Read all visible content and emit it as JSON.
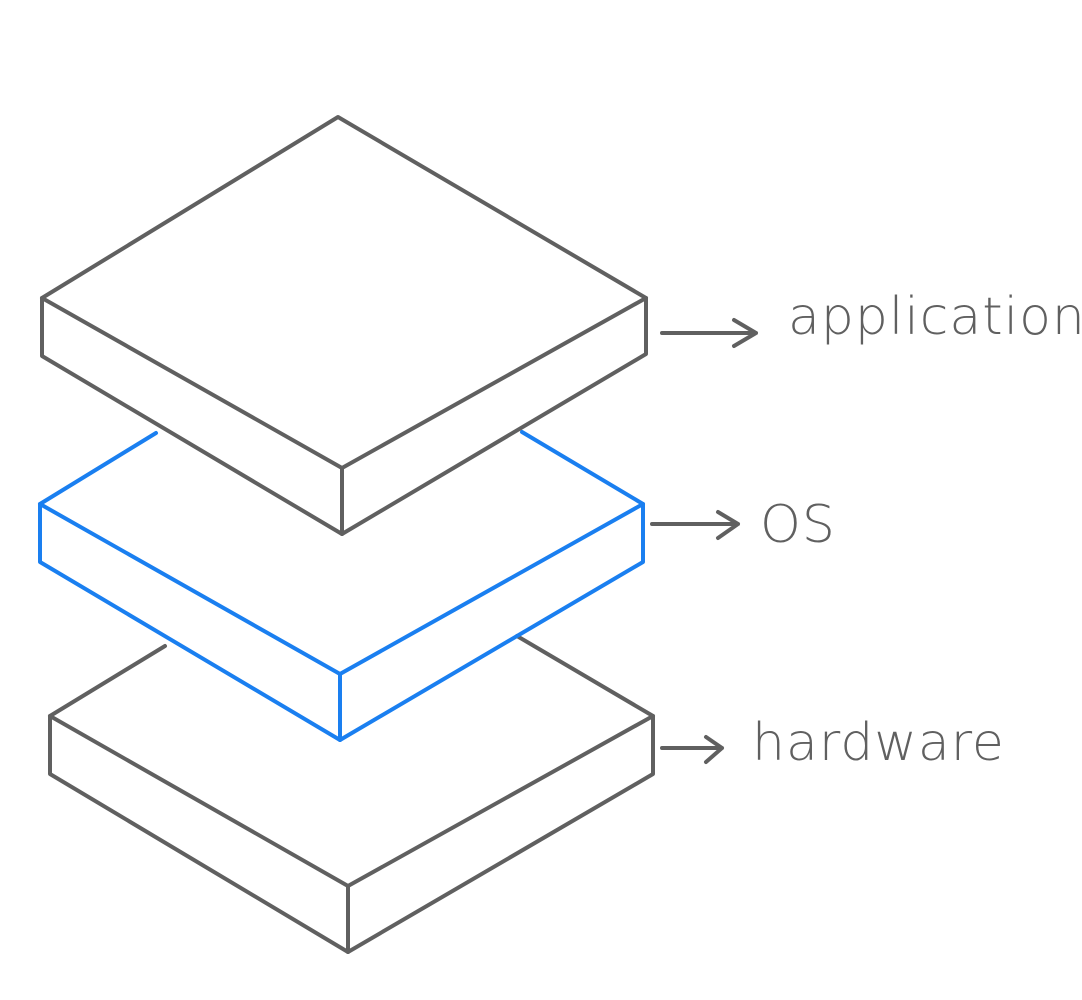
{
  "colors": {
    "background": "#ffffff",
    "default_stroke": "#606060",
    "highlight_stroke": "#1a7ff0",
    "label_text": "#606060"
  },
  "layers": [
    {
      "label": "application",
      "highlighted": false
    },
    {
      "label": "OS",
      "highlighted": true
    },
    {
      "label": "hardware",
      "highlighted": false
    }
  ]
}
